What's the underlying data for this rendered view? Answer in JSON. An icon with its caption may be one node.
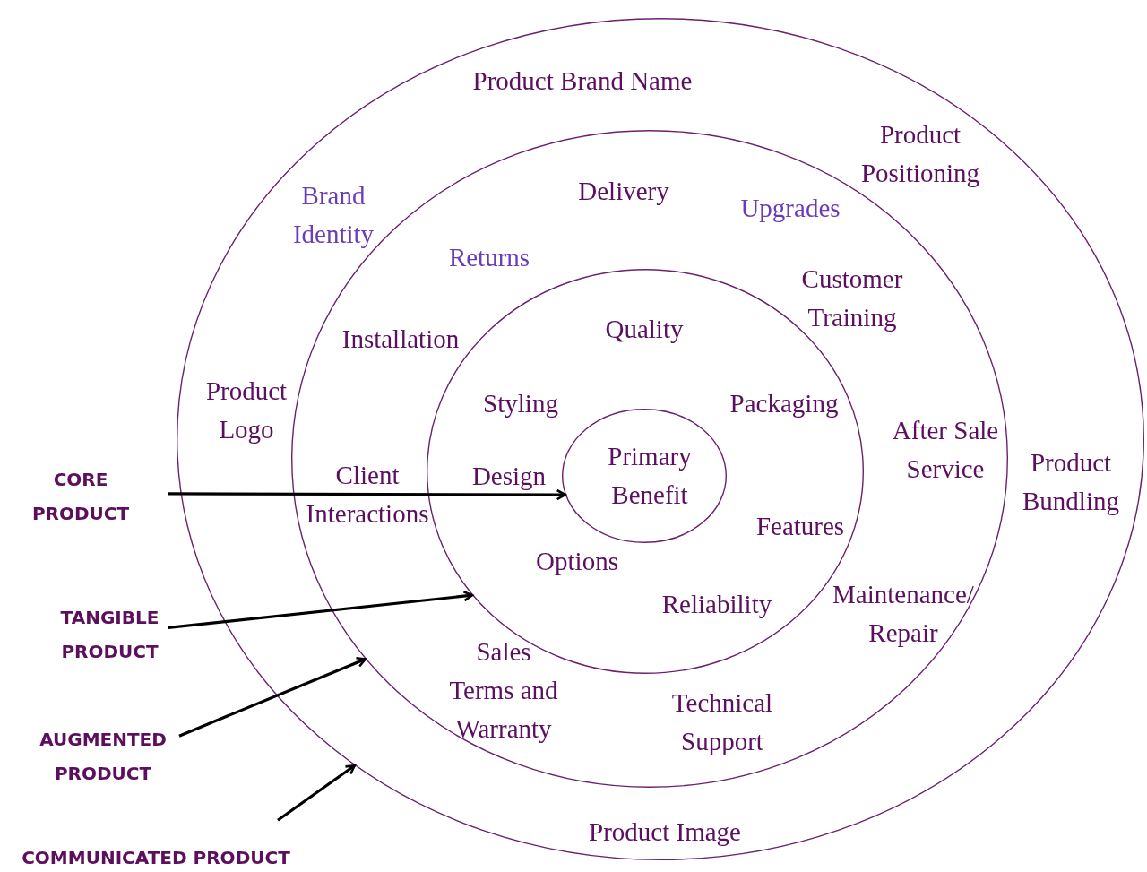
{
  "diagram": {
    "nodes": [
      {
        "text": [
          "Product Brand Name",
          "Product Positioning",
          "Brand Identity",
          "Product Logo",
          "Product Bundling",
          "Product Image"
        ]
      },
      {
        "text": [
          "Delivery",
          "Upgrades",
          "Returns",
          "Customer Training",
          "Installation",
          "After Sale Service",
          "Client Interactions",
          "Maintenance/ Repair",
          "Sales Terms and Warranty",
          "Technical Support"
        ],
        "in": 0
      },
      {
        "text": [
          "Quality",
          "Styling",
          "Packaging",
          "Design",
          "Features",
          "Options",
          "Reliability"
        ],
        "in": 1
      },
      {
        "text": [
          "Primary Benefit"
        ],
        "in": 2
      },
      {
        "text": [
          "CORE PRODUCT"
        ]
      },
      {
        "text": [
          "TANGIBLE PRODUCT"
        ]
      },
      {
        "text": [
          "AUGMENTED PRODUCT"
        ]
      },
      {
        "text": [
          "COMMUNICATED PRODUCT"
        ]
      }
    ],
    "edges": [
      {
        "from": 4,
        "to": 3,
        "arrow": "to"
      },
      {
        "from": 5,
        "to": 2,
        "arrow": "to"
      },
      {
        "from": 6,
        "to": 1,
        "arrow": "to"
      },
      {
        "from": 7,
        "to": 0,
        "arrow": "to"
      }
    ]
  }
}
